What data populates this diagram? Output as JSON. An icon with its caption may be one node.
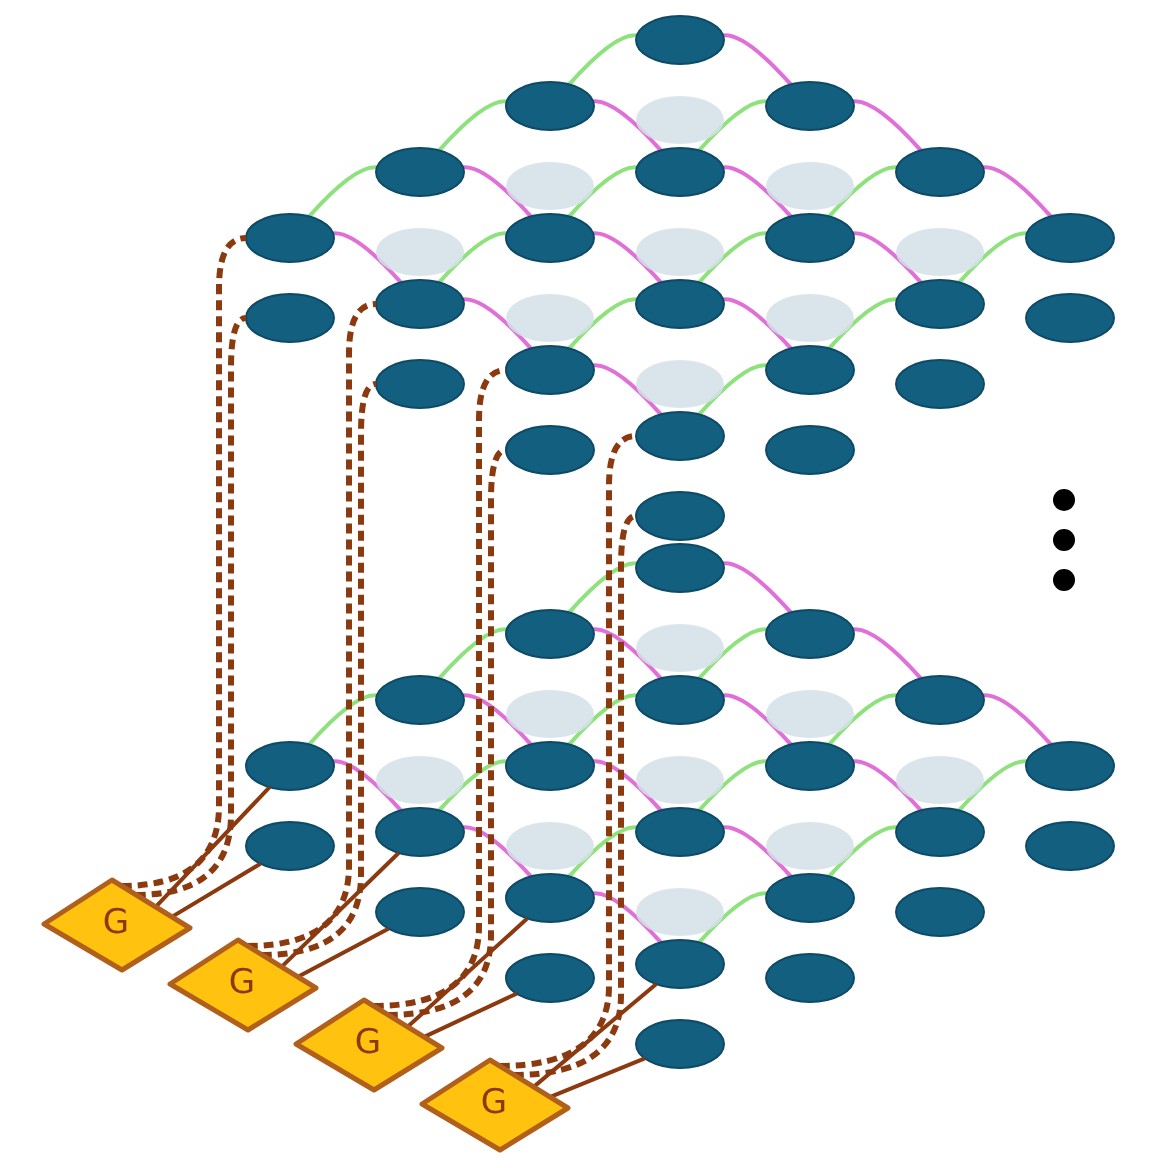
{
  "diagram": {
    "nodes": [
      {
        "text": [],
        "shape": "ellipse"
      },
      {
        "text": [],
        "shape": "ellipse"
      },
      {
        "text": [],
        "shape": "ellipse"
      },
      {
        "text": [],
        "shape": "ellipse"
      },
      {
        "text": [],
        "shape": "ellipse"
      },
      {
        "text": [],
        "shape": "ellipse"
      },
      {
        "text": [],
        "shape": "ellipse"
      },
      {
        "text": [],
        "shape": "ellipse"
      },
      {
        "text": [],
        "shape": "ellipse"
      },
      {
        "text": [],
        "shape": "ellipse"
      },
      {
        "text": [],
        "shape": "ellipse"
      },
      {
        "text": [],
        "shape": "ellipse"
      },
      {
        "text": [],
        "shape": "ellipse"
      },
      {
        "text": [],
        "shape": "ellipse"
      },
      {
        "text": [],
        "shape": "ellipse"
      },
      {
        "text": [],
        "shape": "ellipse"
      },
      {
        "text": [],
        "shape": "ellipse"
      },
      {
        "text": [],
        "shape": "ellipse"
      },
      {
        "text": [],
        "shape": "ellipse"
      },
      {
        "text": [],
        "shape": "ellipse"
      },
      {
        "text": [],
        "shape": "ellipse"
      },
      {
        "text": [],
        "shape": "ellipse"
      },
      {
        "text": [],
        "shape": "ellipse"
      },
      {
        "text": [],
        "shape": "ellipse"
      },
      {
        "text": [],
        "shape": "ellipse"
      },
      {
        "text": [],
        "shape": "ellipse"
      },
      {
        "text": [],
        "shape": "ellipse"
      },
      {
        "text": [],
        "shape": "ellipse"
      },
      {
        "text": [],
        "shape": "ellipse"
      },
      {
        "text": [],
        "shape": "ellipse"
      },
      {
        "text": [],
        "shape": "ellipse"
      },
      {
        "text": [],
        "shape": "ellipse"
      },
      {
        "text": [],
        "shape": "ellipse"
      },
      {
        "text": [],
        "shape": "ellipse"
      },
      {
        "text": [],
        "shape": "ellipse"
      },
      {
        "text": [],
        "shape": "ellipse"
      },
      {
        "text": [],
        "shape": "ellipse"
      },
      {
        "text": [],
        "shape": "ellipse"
      },
      {
        "text": [],
        "shape": "ellipse"
      },
      {
        "text": [],
        "shape": "ellipse"
      },
      {
        "text": [],
        "shape": "ellipse"
      },
      {
        "text": [],
        "shape": "ellipse"
      },
      {
        "text": [],
        "shape": "ellipse"
      },
      {
        "text": [],
        "shape": "ellipse"
      },
      {
        "text": [],
        "shape": "ellipse"
      },
      {
        "text": [],
        "shape": "ellipse"
      },
      {
        "text": [],
        "shape": "ellipse"
      },
      {
        "text": [],
        "shape": "ellipse"
      },
      {
        "text": [],
        "shape": "ellipse"
      },
      {
        "text": [],
        "shape": "ellipse"
      },
      {
        "text": [],
        "shape": "ellipse"
      },
      {
        "text": [],
        "shape": "ellipse"
      },
      {
        "text": [],
        "shape": "ellipse"
      },
      {
        "text": [],
        "shape": "ellipse"
      },
      {
        "text": [],
        "shape": "ellipse"
      },
      {
        "text": [],
        "shape": "ellipse"
      },
      {
        "text": [],
        "shape": "ellipse"
      },
      {
        "text": [],
        "shape": "ellipse"
      },
      {
        "text": [],
        "shape": "ellipse"
      },
      {
        "text": [],
        "shape": "ellipse"
      },
      {
        "text": [],
        "shape": "ellipse"
      },
      {
        "text": [],
        "shape": "ellipse"
      },
      {
        "text": [],
        "shape": "ellipse"
      },
      {
        "text": [],
        "shape": "ellipse"
      },
      {
        "text": [
          "G"
        ]
      },
      {
        "text": [
          "G"
        ]
      },
      {
        "text": [
          "G"
        ]
      },
      {
        "text": [
          "G"
        ]
      }
    ],
    "edges": [
      {
        "from": 0,
        "to": 4,
        "arrow": "none",
        "color": "#8ee27c"
      },
      {
        "from": 1,
        "to": 5,
        "arrow": "none",
        "color": "#8ee27c"
      },
      {
        "from": 2,
        "to": 6,
        "arrow": "none",
        "color": "#8ee27c"
      },
      {
        "from": 3,
        "to": 7,
        "arrow": "none",
        "color": "#8ee27c"
      },
      {
        "from": 4,
        "to": 8,
        "arrow": "none",
        "color": "#8ee27c"
      },
      {
        "from": 5,
        "to": 9,
        "arrow": "none",
        "color": "#8ee27c"
      },
      {
        "from": 6,
        "to": 10,
        "arrow": "none",
        "color": "#8ee27c"
      },
      {
        "from": 7,
        "to": 11,
        "arrow": "none",
        "color": "#8ee27c"
      },
      {
        "from": 8,
        "to": 12,
        "arrow": "none",
        "color": "#8ee27c"
      },
      {
        "from": 9,
        "to": 13,
        "arrow": "none",
        "color": "#8ee27c"
      },
      {
        "from": 10,
        "to": 14,
        "arrow": "none",
        "color": "#8ee27c"
      },
      {
        "from": 11,
        "to": 15,
        "arrow": "none",
        "color": "#8ee27c"
      },
      {
        "from": 0,
        "to": 1,
        "arrow": "none",
        "color": "#e070d8"
      },
      {
        "from": 1,
        "to": 2,
        "arrow": "none",
        "color": "#e070d8"
      },
      {
        "from": 2,
        "to": 3,
        "arrow": "none",
        "color": "#e070d8"
      },
      {
        "from": 4,
        "to": 5,
        "arrow": "none",
        "color": "#e070d8"
      },
      {
        "from": 5,
        "to": 6,
        "arrow": "none",
        "color": "#e070d8"
      },
      {
        "from": 6,
        "to": 7,
        "arrow": "none",
        "color": "#e070d8"
      },
      {
        "from": 8,
        "to": 9,
        "arrow": "none",
        "color": "#e070d8"
      },
      {
        "from": 9,
        "to": 10,
        "arrow": "none",
        "color": "#e070d8"
      },
      {
        "from": 10,
        "to": 11,
        "arrow": "none",
        "color": "#e070d8"
      },
      {
        "from": 12,
        "to": 13,
        "arrow": "none",
        "color": "#e070d8"
      },
      {
        "from": 13,
        "to": 14,
        "arrow": "none",
        "color": "#e070d8"
      },
      {
        "from": 14,
        "to": 15,
        "arrow": "none",
        "color": "#e070d8"
      },
      {
        "from": 32,
        "to": 36,
        "arrow": "none",
        "color": "#8ee27c"
      },
      {
        "from": 33,
        "to": 37,
        "arrow": "none",
        "color": "#8ee27c"
      },
      {
        "from": 34,
        "to": 38,
        "arrow": "none",
        "color": "#8ee27c"
      },
      {
        "from": 35,
        "to": 39,
        "arrow": "none",
        "color": "#8ee27c"
      },
      {
        "from": 36,
        "to": 40,
        "arrow": "none",
        "color": "#8ee27c"
      },
      {
        "from": 37,
        "to": 41,
        "arrow": "none",
        "color": "#8ee27c"
      },
      {
        "from": 38,
        "to": 42,
        "arrow": "none",
        "color": "#8ee27c"
      },
      {
        "from": 39,
        "to": 43,
        "arrow": "none",
        "color": "#8ee27c"
      },
      {
        "from": 40,
        "to": 44,
        "arrow": "none",
        "color": "#8ee27c"
      },
      {
        "from": 41,
        "to": 45,
        "arrow": "none",
        "color": "#8ee27c"
      },
      {
        "from": 42,
        "to": 46,
        "arrow": "none",
        "color": "#8ee27c"
      },
      {
        "from": 43,
        "to": 47,
        "arrow": "none",
        "color": "#8ee27c"
      },
      {
        "from": 32,
        "to": 33,
        "arrow": "none",
        "color": "#e070d8"
      },
      {
        "from": 33,
        "to": 34,
        "arrow": "none",
        "color": "#e070d8"
      },
      {
        "from": 34,
        "to": 35,
        "arrow": "none",
        "color": "#e070d8"
      },
      {
        "from": 36,
        "to": 37,
        "arrow": "none",
        "color": "#e070d8"
      },
      {
        "from": 37,
        "to": 38,
        "arrow": "none",
        "color": "#e070d8"
      },
      {
        "from": 38,
        "to": 39,
        "arrow": "none",
        "color": "#e070d8"
      },
      {
        "from": 40,
        "to": 41,
        "arrow": "none",
        "color": "#e070d8"
      },
      {
        "from": 41,
        "to": 42,
        "arrow": "none",
        "color": "#e070d8"
      },
      {
        "from": 42,
        "to": 43,
        "arrow": "none",
        "color": "#e070d8"
      },
      {
        "from": 44,
        "to": 45,
        "arrow": "none",
        "color": "#e070d8"
      },
      {
        "from": 45,
        "to": 46,
        "arrow": "none",
        "color": "#e070d8"
      },
      {
        "from": 46,
        "to": 47,
        "arrow": "none",
        "color": "#e070d8"
      },
      {
        "from": 64,
        "to": 12,
        "arrow": "none",
        "style": "dashed",
        "color": "#8b3a10"
      },
      {
        "from": 64,
        "to": 28,
        "arrow": "none",
        "style": "dashed",
        "color": "#8b3a10"
      },
      {
        "from": 64,
        "to": 44,
        "arrow": "none",
        "color": "#8b3a10"
      },
      {
        "from": 64,
        "to": 60,
        "arrow": "none",
        "color": "#8b3a10"
      },
      {
        "from": 65,
        "to": 13,
        "arrow": "none",
        "style": "dashed",
        "color": "#8b3a10"
      },
      {
        "from": 65,
        "to": 29,
        "arrow": "none",
        "style": "dashed",
        "color": "#8b3a10"
      },
      {
        "from": 65,
        "to": 45,
        "arrow": "none",
        "color": "#8b3a10"
      },
      {
        "from": 65,
        "to": 61,
        "arrow": "none",
        "color": "#8b3a10"
      },
      {
        "from": 66,
        "to": 14,
        "arrow": "none",
        "style": "dashed",
        "color": "#8b3a10"
      },
      {
        "from": 66,
        "to": 30,
        "arrow": "none",
        "style": "dashed",
        "color": "#8b3a10"
      },
      {
        "from": 66,
        "to": 46,
        "arrow": "none",
        "color": "#8b3a10"
      },
      {
        "from": 66,
        "to": 62,
        "arrow": "none",
        "color": "#8b3a10"
      },
      {
        "from": 67,
        "to": 15,
        "arrow": "none",
        "style": "dashed",
        "color": "#8b3a10"
      },
      {
        "from": 67,
        "to": 31,
        "arrow": "none",
        "style": "dashed",
        "color": "#8b3a10"
      },
      {
        "from": 67,
        "to": 47,
        "arrow": "none",
        "color": "#8b3a10"
      },
      {
        "from": 67,
        "to": 63,
        "arrow": "none",
        "color": "#8b3a10"
      }
    ]
  }
}
